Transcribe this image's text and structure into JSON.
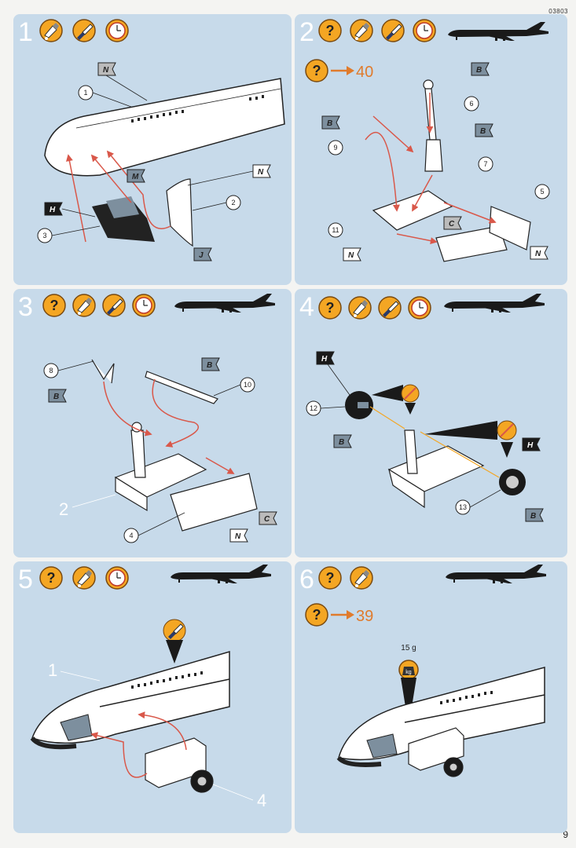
{
  "header": {
    "code": "03803"
  },
  "footer": {
    "page_number": "9"
  },
  "colors": {
    "panel": "#c7daea",
    "arrow": "#d9584a",
    "orange": "#f4a623",
    "silhouette": "#1a1a1a",
    "ref": "#e07b2c"
  },
  "icons": [
    "question-icon",
    "glue-icon",
    "brush-icon",
    "clock-icon",
    "sandpaper-icon",
    "weight-icon"
  ],
  "steps": [
    {
      "number": "1",
      "parts": [
        "1",
        "3",
        "2"
      ],
      "flags": [
        "N",
        "M",
        "H",
        "N",
        "J"
      ]
    },
    {
      "number": "2",
      "ref": "40",
      "parts": [
        "6",
        "9",
        "7",
        "5",
        "11"
      ],
      "flags": [
        "B",
        "B",
        "B",
        "C",
        "N",
        "N"
      ]
    },
    {
      "number": "3",
      "parts": [
        "8",
        "10",
        "4",
        "2"
      ],
      "flags": [
        "B",
        "B",
        "C",
        "N"
      ]
    },
    {
      "number": "4",
      "parts": [
        "12",
        "13"
      ],
      "flags": [
        "H",
        "B",
        "H",
        "B"
      ]
    },
    {
      "number": "5",
      "parts": [
        "1",
        "4"
      ]
    },
    {
      "number": "6",
      "ref": "39",
      "weight": "15 g"
    }
  ]
}
